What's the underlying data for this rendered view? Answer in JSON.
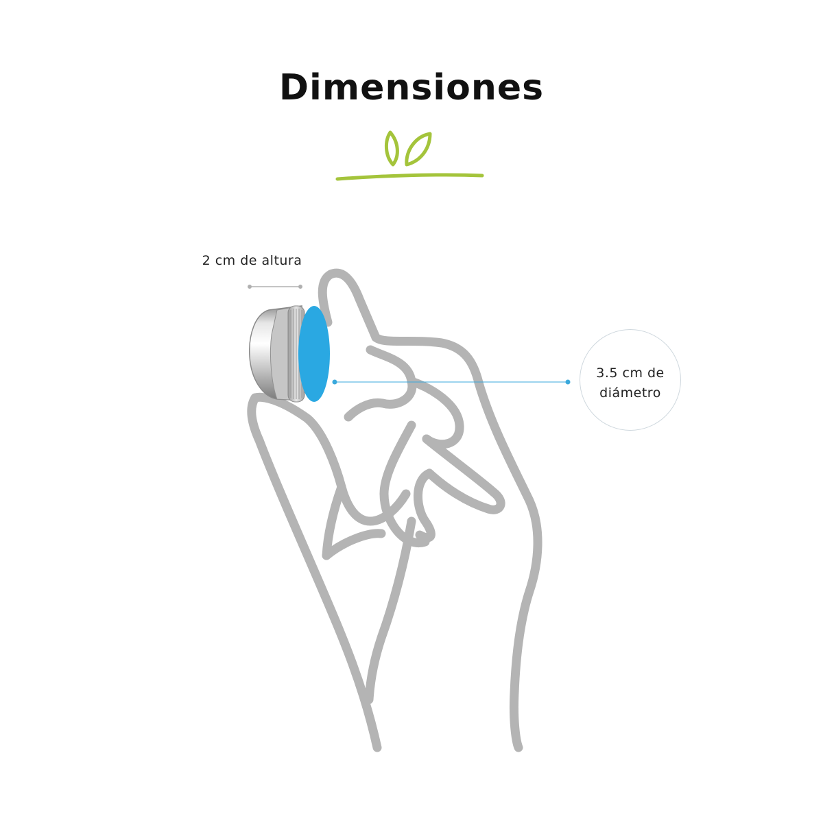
{
  "title": "Dimensiones",
  "colors": {
    "accent_green": "#a4c43b",
    "lid_blue": "#2aa8e2",
    "hand_outline": "#b4b4b4",
    "measure_line_blue": "#3aa9dc",
    "measure_line_gray": "#b0b0b0",
    "tin_silver": "#cfcfcf"
  },
  "icons": {
    "emblem": "leaves-underline-icon",
    "hand": "hand-holding-tin-illustration",
    "tin": "aluminium-tin-icon"
  },
  "measurements": {
    "height_label": "2 cm de altura",
    "diameter_line1": "3.5 cm de",
    "diameter_line2": "diámetro"
  }
}
